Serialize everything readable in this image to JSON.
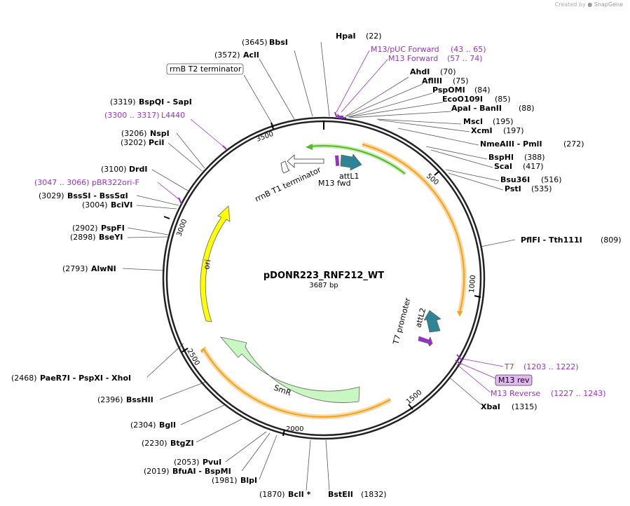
{
  "credit": {
    "prefix": "Created by",
    "brand": "SnapGene"
  },
  "plasmid": {
    "name": "pDONR223_RNF212_WT",
    "length_text": "3687 bp"
  },
  "ticks": [
    "500",
    "1000",
    "1500",
    "2000",
    "2500",
    "3000",
    "3500"
  ],
  "features": {
    "attL1": "attL1",
    "m13fwd": "M13 fwd",
    "attL2": "attL2",
    "t7promoter": "T7 promoter",
    "rrnbt1": "rrnB T1 terminator",
    "rrnbt2": "rrnB T2 terminator",
    "ori": "ori",
    "smr": "SmR",
    "m13rev": "M13 rev"
  },
  "enzymes": [
    {
      "id": "hpai",
      "name": "HpaI",
      "pos": "(22)"
    },
    {
      "id": "bbsi",
      "name": "BbsI",
      "pos": "(3645)"
    },
    {
      "id": "acli",
      "name": "AclI",
      "pos": "(3572)"
    },
    {
      "id": "ahdi",
      "name": "AhdI",
      "pos": "(70)"
    },
    {
      "id": "afliii",
      "name": "AflIII",
      "pos": "(75)"
    },
    {
      "id": "pspomi",
      "name": "PspOMI",
      "pos": "(84)"
    },
    {
      "id": "ecoo109i",
      "name": "EcoO109I",
      "pos": "(85)"
    },
    {
      "id": "apai",
      "name": "ApaI  - BanII",
      "pos": "(88)"
    },
    {
      "id": "msci",
      "name": "MscI",
      "pos": "(195)"
    },
    {
      "id": "xcmi",
      "name": "XcmI",
      "pos": "(197)"
    },
    {
      "id": "nmeaiii",
      "name": "NmeAIII  - PmlI",
      "pos": "(272)"
    },
    {
      "id": "bsphi",
      "name": "BspHI",
      "pos": "(388)"
    },
    {
      "id": "scai",
      "name": "ScaI",
      "pos": "(417)"
    },
    {
      "id": "bsu36i",
      "name": "Bsu36I",
      "pos": "(516)"
    },
    {
      "id": "psti",
      "name": "PstI",
      "pos": "(535)"
    },
    {
      "id": "pflfi",
      "name": "PflFI  - Tth111I",
      "pos": "(809)"
    },
    {
      "id": "xbai",
      "name": "XbaI",
      "pos": "(1315)"
    },
    {
      "id": "bspqi",
      "name": "BspQI  - SapI",
      "pos": "(3319)"
    },
    {
      "id": "nspi",
      "name": "NspI",
      "pos": "(3206)"
    },
    {
      "id": "pcii",
      "name": "PciI",
      "pos": "(3202)"
    },
    {
      "id": "drdi",
      "name": "DrdI",
      "pos": "(3100)"
    },
    {
      "id": "bsssi",
      "name": "BssSI  - BssSαI",
      "pos": "(3029)"
    },
    {
      "id": "bcivi",
      "name": "BciVI",
      "pos": "(3004)"
    },
    {
      "id": "pspfi",
      "name": "PspFI",
      "pos": "(2902)"
    },
    {
      "id": "bseyi",
      "name": "BseYI",
      "pos": "(2898)"
    },
    {
      "id": "alwni",
      "name": "AlwNI",
      "pos": "(2793)"
    },
    {
      "id": "paer7i",
      "name": "PaeR7I  - PspXI  - XhoI",
      "pos": "(2468)"
    },
    {
      "id": "psshii",
      "name": "BssHII",
      "pos": "(2396)"
    },
    {
      "id": "bgli",
      "name": "BglI",
      "pos": "(2304)"
    },
    {
      "id": "btgzi",
      "name": "BtgZI",
      "pos": "(2230)"
    },
    {
      "id": "pvui",
      "name": "PvuI",
      "pos": "(2053)"
    },
    {
      "id": "bfuai",
      "name": "BfuAI  - BspMI",
      "pos": "(2019)"
    },
    {
      "id": "blpi",
      "name": "BlpI",
      "pos": "(1981)"
    },
    {
      "id": "bcli",
      "name": "BclI *",
      "pos": "(1870)"
    },
    {
      "id": "bsteii",
      "name": "BstEII",
      "pos": "(1832)"
    }
  ],
  "primers": [
    {
      "id": "m13puc",
      "name": "M13/pUC Forward",
      "range": "(43 .. 65)"
    },
    {
      "id": "m13fwd",
      "name": "M13 Forward",
      "range": "(57 .. 74)"
    },
    {
      "id": "t7",
      "name": "T7",
      "range": "(1203 .. 1222)"
    },
    {
      "id": "m13reverse",
      "name": "M13 Reverse",
      "range": "(1227 .. 1243)"
    },
    {
      "id": "l4440",
      "name": "L4440",
      "range": "(3300 .. 3317)"
    },
    {
      "id": "pbr322",
      "name": "pBR322ori-F",
      "range": "(3047 .. 3066)"
    }
  ],
  "colors": {
    "backbone": "#222222",
    "orange_feature": "#f4a21d",
    "orange_glow": "#f9d9a3",
    "green_feature": "#58b82a",
    "ori_fill": "#ffff00",
    "smr_fill": "#c9f7c1",
    "att_fill": "#2e8396",
    "primer": "#9b30c8",
    "m13rev_box": "#e3b6f4"
  }
}
